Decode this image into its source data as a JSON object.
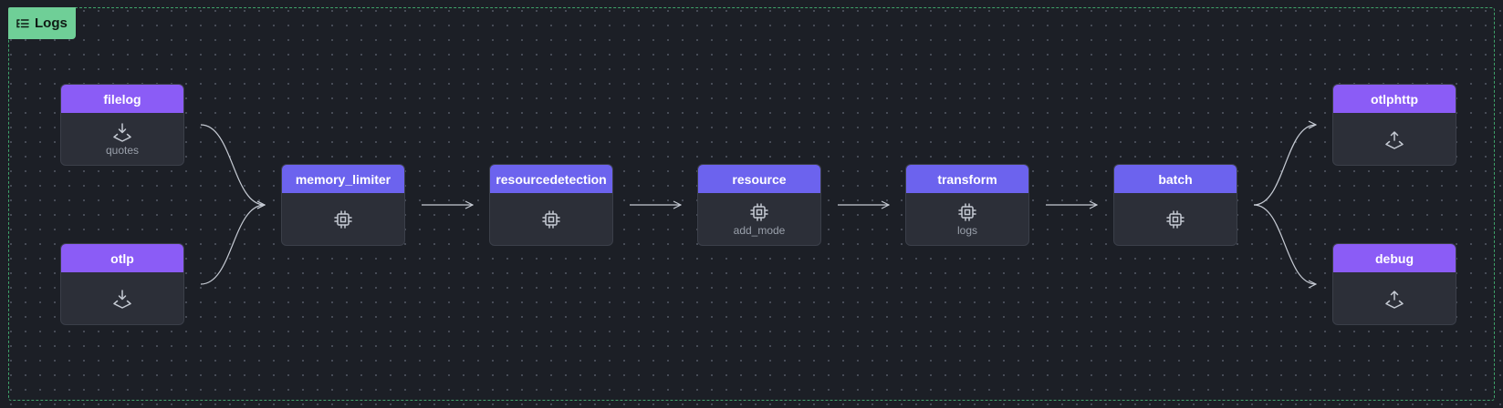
{
  "group": {
    "label": "Logs",
    "icon": "pipeline-list-icon"
  },
  "colors": {
    "background": "#1c1f26",
    "receiver_header": "#8b5cf6",
    "processor_header": "#6c63ee",
    "exporter_header": "#8b5cf6",
    "group_tag": "#6fcf97",
    "frame_border": "#3fa26a"
  },
  "nodes": [
    {
      "id": "filelog",
      "title": "filelog",
      "kind": "receiver",
      "icon": "import-icon",
      "subtitle": "quotes"
    },
    {
      "id": "otlp",
      "title": "otlp",
      "kind": "receiver",
      "icon": "import-icon",
      "subtitle": ""
    },
    {
      "id": "memory_limiter",
      "title": "memory_limiter",
      "kind": "processor",
      "icon": "chip-icon",
      "subtitle": ""
    },
    {
      "id": "resourcedetection",
      "title": "resourcedetection",
      "kind": "processor",
      "icon": "chip-icon",
      "subtitle": ""
    },
    {
      "id": "resource",
      "title": "resource",
      "kind": "processor",
      "icon": "chip-icon",
      "subtitle": "add_mode"
    },
    {
      "id": "transform",
      "title": "transform",
      "kind": "processor",
      "icon": "chip-icon",
      "subtitle": "logs"
    },
    {
      "id": "batch",
      "title": "batch",
      "kind": "processor",
      "icon": "chip-icon",
      "subtitle": ""
    },
    {
      "id": "otlphttp",
      "title": "otlphttp",
      "kind": "exporter",
      "icon": "export-icon",
      "subtitle": ""
    },
    {
      "id": "debug",
      "title": "debug",
      "kind": "exporter",
      "icon": "export-icon",
      "subtitle": ""
    }
  ],
  "edges": [
    {
      "from": "filelog",
      "to": "memory_limiter"
    },
    {
      "from": "otlp",
      "to": "memory_limiter"
    },
    {
      "from": "memory_limiter",
      "to": "resourcedetection"
    },
    {
      "from": "resourcedetection",
      "to": "resource"
    },
    {
      "from": "resource",
      "to": "transform"
    },
    {
      "from": "transform",
      "to": "batch"
    },
    {
      "from": "batch",
      "to": "otlphttp"
    },
    {
      "from": "batch",
      "to": "debug"
    }
  ]
}
